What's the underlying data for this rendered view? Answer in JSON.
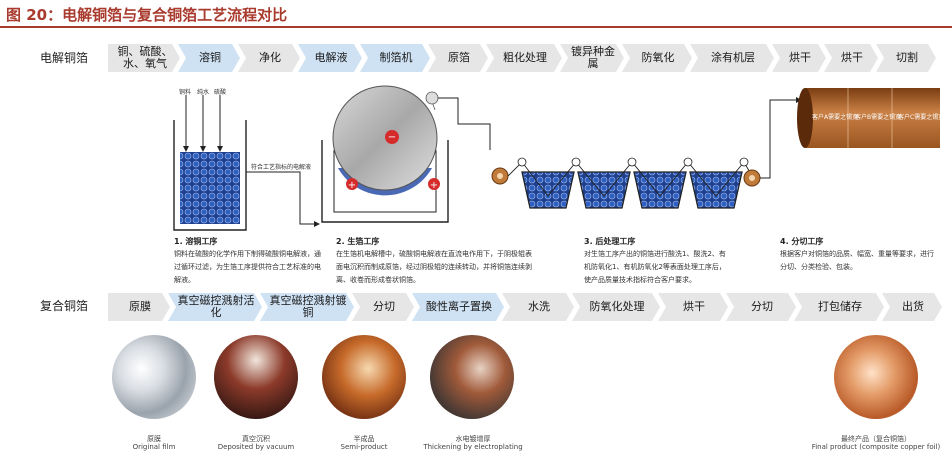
{
  "title": "图 20：电解铜箔与复合铜箔工艺流程对比",
  "rows": {
    "electrolytic": {
      "label": "电解铜箔",
      "steps": [
        {
          "label": "铜、硫酸、水、氧气",
          "color": "gray"
        },
        {
          "label": "溶铜",
          "color": "blue"
        },
        {
          "label": "净化",
          "color": "gray"
        },
        {
          "label": "电解液",
          "color": "blue"
        },
        {
          "label": "制箔机",
          "color": "blue"
        },
        {
          "label": "原箔",
          "color": "gray"
        },
        {
          "label": "粗化处理",
          "color": "gray"
        },
        {
          "label": "镀异种金属",
          "color": "gray"
        },
        {
          "label": "防氧化",
          "color": "gray"
        },
        {
          "label": "涂有机层",
          "color": "gray"
        },
        {
          "label": "烘干",
          "color": "gray"
        },
        {
          "label": "烘干",
          "color": "gray"
        },
        {
          "label": "切割",
          "color": "gray"
        }
      ]
    },
    "composite": {
      "label": "复合铜箔",
      "steps": [
        {
          "label": "原膜",
          "color": "gray"
        },
        {
          "label": "真空磁控溅射活化",
          "color": "blue"
        },
        {
          "label": "真空磁控溅射镀铜",
          "color": "blue"
        },
        {
          "label": "分切",
          "color": "gray"
        },
        {
          "label": "酸性离子置换",
          "color": "blue"
        },
        {
          "label": "水洗",
          "color": "gray"
        },
        {
          "label": "防氧化处理",
          "color": "gray"
        },
        {
          "label": "烘干",
          "color": "gray"
        },
        {
          "label": "分切",
          "color": "gray"
        },
        {
          "label": "打包储存",
          "color": "gray"
        },
        {
          "label": "出货",
          "color": "gray"
        }
      ]
    }
  },
  "diagram": {
    "inputs": [
      "铜料",
      "纯水",
      "硫酸"
    ],
    "tank_label": "符合工艺指标的电解液",
    "roll_labels": [
      "客户A需要之锡宽",
      "客户B需要之锡宽",
      "客户C需要之锡宽"
    ],
    "processes": [
      {
        "title": "1. 溶铜工序",
        "desc": "铜料在硫酸的化学作用下制得硫酸铜电解液，通过循环过滤，为生箔工序提供符合工艺标准的电解液。"
      },
      {
        "title": "2. 生箔工序",
        "desc": "在生箔机电解槽中，硫酸铜电解液在直流电作用下，于阴极辊表面电沉积而制成原箔，经过阴极辊的连续转动，并将铜箔连续剥离、收卷而形成卷状铜箔。"
      },
      {
        "title": "3. 后处理工序",
        "desc": "对生箔工序产出的铜箔进行酸洗1、酸洗2、有机防氧化1、有机防氧化2等表面处理工序后，使产品质量技术指标符合客户要求。"
      },
      {
        "title": "4. 分切工序",
        "desc": "根据客户对铜箔的品质、幅宽、重量等要求，进行分切、分类检验、包装。"
      }
    ]
  },
  "photos": [
    {
      "zh": "原膜",
      "en": "Original film"
    },
    {
      "zh": "真空沉积",
      "en": "Deposited by vacuum"
    },
    {
      "zh": "半成品",
      "en": "Semi-product"
    },
    {
      "zh": "水电镀增厚",
      "en": "Thickening by electroplating"
    },
    {
      "zh": "最终产品（复合铜箔）",
      "en": "Final product (composite copper foil)"
    }
  ],
  "colors": {
    "title": "#a93a2e",
    "step_gray": "#e6e6e6",
    "step_blue": "#cfe2f4",
    "copper": "#c87a3a",
    "electrolyte": "#2a4fa8"
  }
}
